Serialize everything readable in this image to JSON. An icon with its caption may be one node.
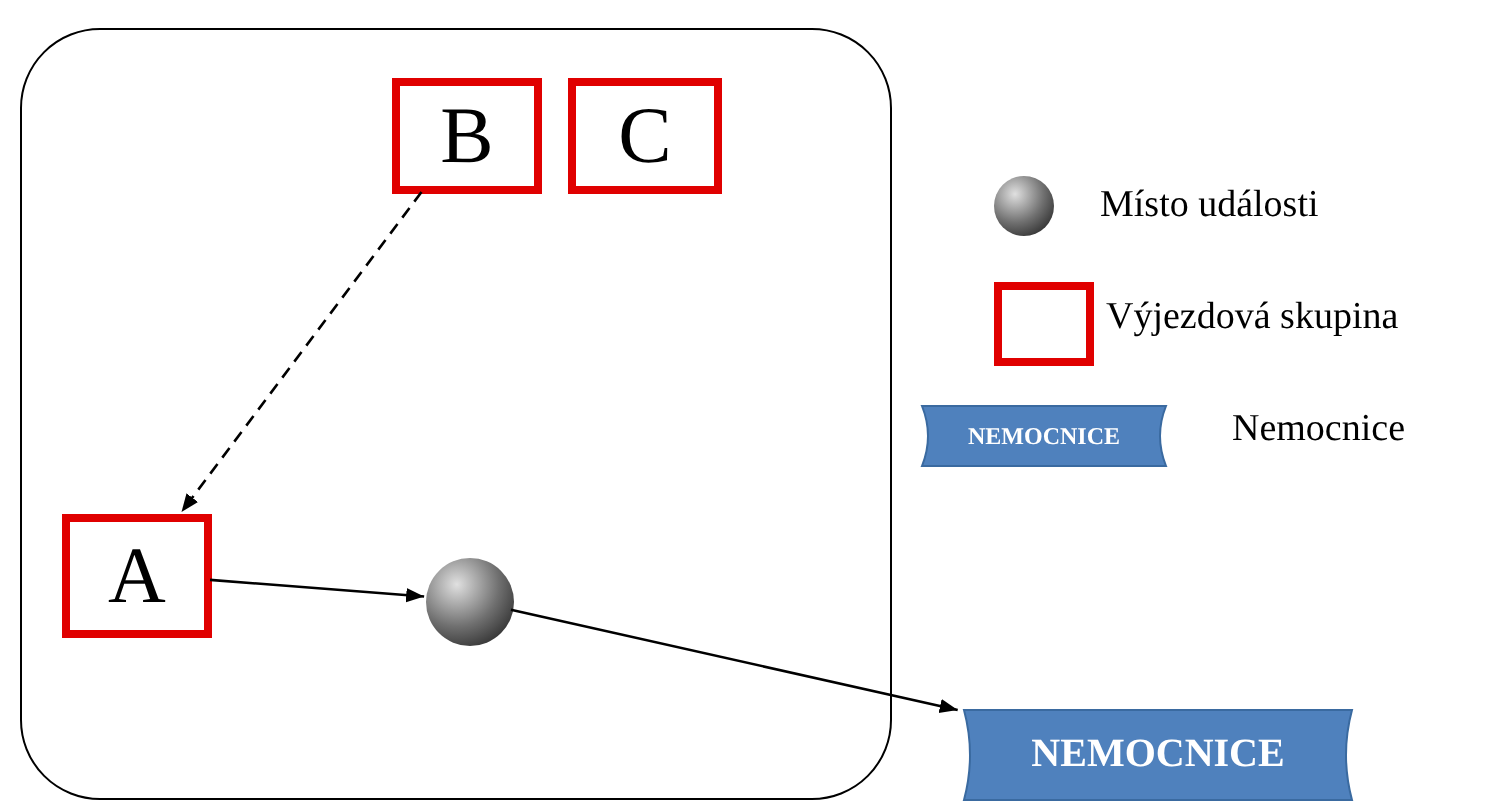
{
  "diagram": {
    "nodes": [
      {
        "text": [],
        "shape": "box"
      },
      {
        "text": [
          "B"
        ],
        "in": 0
      },
      {
        "text": [
          "C"
        ],
        "in": 0
      },
      {
        "text": [
          "A"
        ],
        "in": 0
      },
      {
        "text": [],
        "shape": "circle",
        "in": 0
      },
      {
        "text": [
          "NEMOCNICE"
        ]
      }
    ],
    "edges": [
      {
        "from": 1,
        "to": 3,
        "arrow": "to",
        "style": "dashed"
      },
      {
        "from": 3,
        "to": 4,
        "arrow": "to"
      },
      {
        "from": 4,
        "to": 5,
        "arrow": "to"
      }
    ],
    "labels": [
      "NEMOCNICE"
    ],
    "legend": [
      {
        "text": "Místo události"
      },
      {
        "text": "Výjezdová skupina"
      },
      {
        "text": "Nemocnice"
      }
    ]
  }
}
